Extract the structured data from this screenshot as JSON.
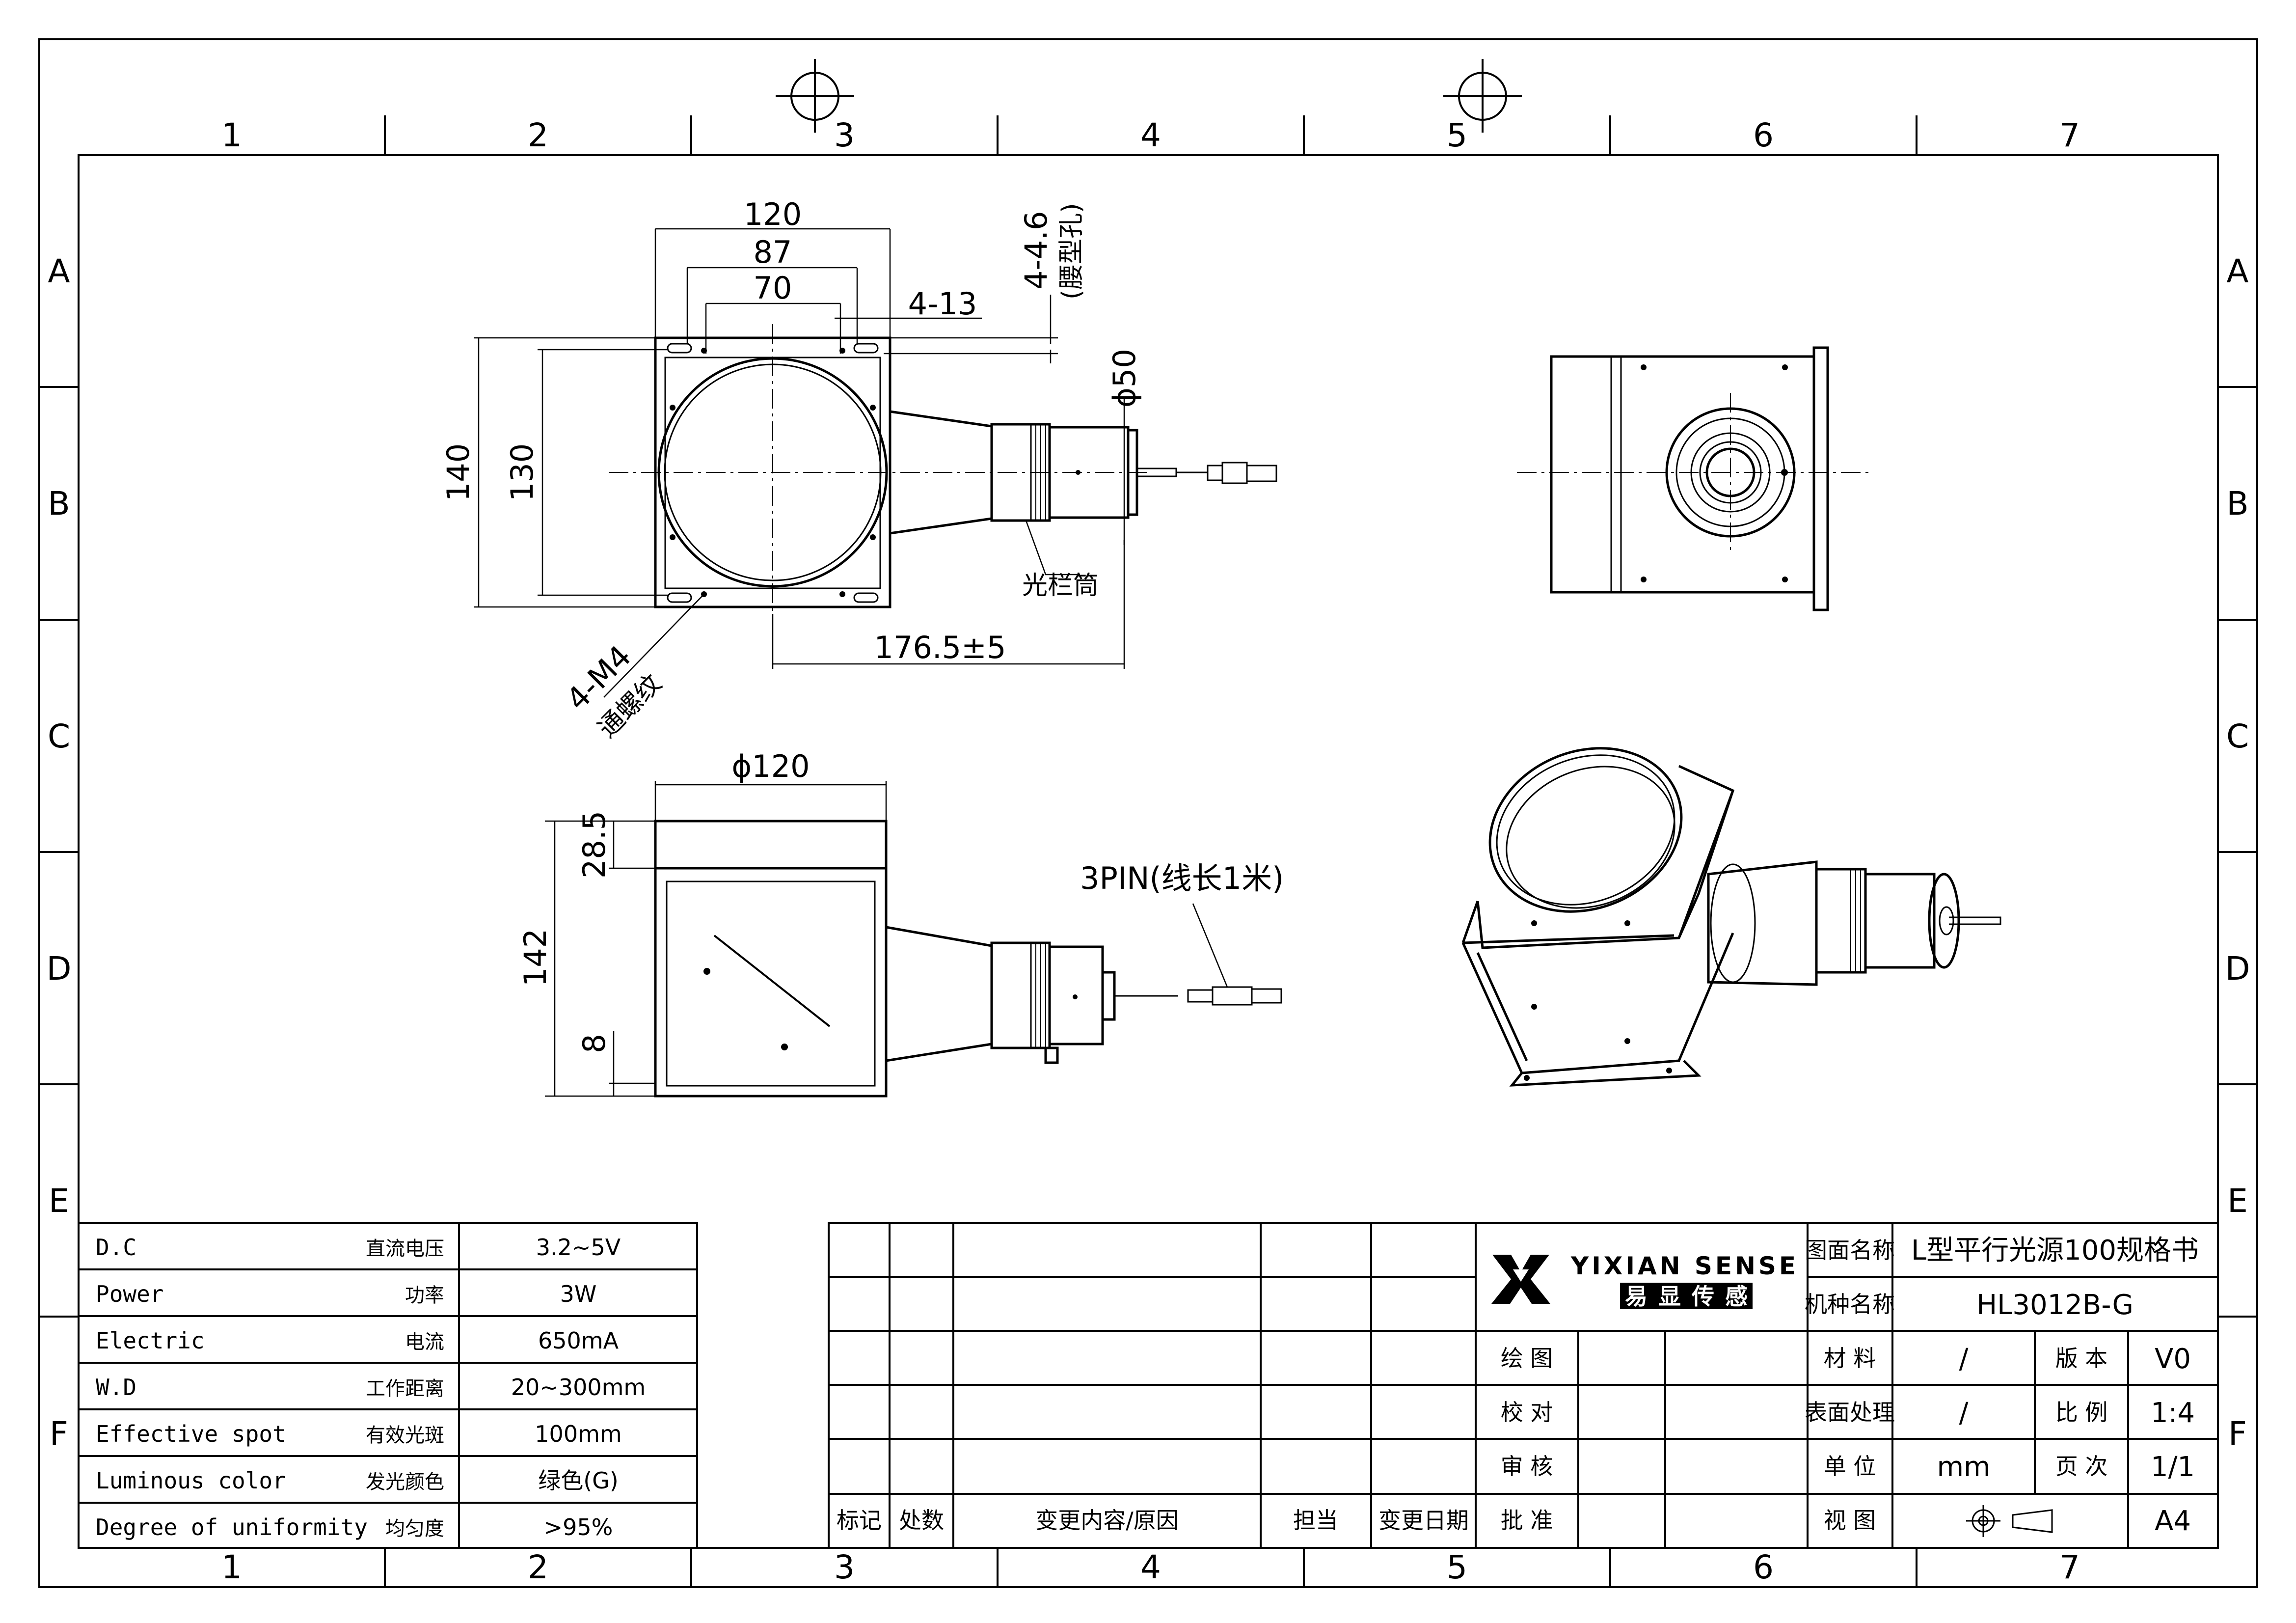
{
  "border_zones": {
    "columns": [
      "1",
      "2",
      "3",
      "4",
      "5",
      "6",
      "7"
    ],
    "rows": [
      "A",
      "B",
      "C",
      "D",
      "E",
      "F"
    ]
  },
  "top_view": {
    "dim_120": "120",
    "dim_87": "87",
    "dim_70": "70",
    "dim_4_13": "4-13",
    "dim_4_46": "4-4.6",
    "dim_4_46_note": "(腰型孔)",
    "dim_d50": "ϕ50",
    "dim_140": "140",
    "dim_130": "130",
    "dim_1765": "176.5±5",
    "label_aperture": "光栏筒",
    "label_4m4": "4-M4",
    "label_4m4_note": "通螺纹"
  },
  "side_view": {
    "dim_d120": "ϕ120",
    "dim_142": "142",
    "dim_285": "28.5",
    "dim_8": "8",
    "label_3pin": "3PIN(线长1米)"
  },
  "spec_table": [
    {
      "en": "D.C",
      "cn": "直流电压",
      "value": "3.2~5V"
    },
    {
      "en": "Power",
      "cn": "功率",
      "value": "3W"
    },
    {
      "en": "Electric",
      "cn": "电流",
      "value": "650mA"
    },
    {
      "en": "W.D",
      "cn": "工作距离",
      "value": "20~300mm"
    },
    {
      "en": "Effective spot",
      "cn": "有效光斑",
      "value": "100mm"
    },
    {
      "en": "Luminous color",
      "cn": "发光颜色",
      "value": "绿色(G)"
    },
    {
      "en": "Degree of uniformity",
      "cn": "均匀度",
      "value": ">95%"
    }
  ],
  "revision_header": {
    "mark": "标记",
    "count": "处数",
    "content": "变更内容/原因",
    "person": "担当",
    "date": "变更日期"
  },
  "title_block": {
    "brand_en": "YIXIAN SENSE",
    "brand_cn": [
      "易",
      "显",
      "传",
      "感"
    ],
    "draw": "绘 图",
    "check": "校 对",
    "review": "审 核",
    "approve": "批 准",
    "drawing_name_label": "图面名称",
    "drawing_name": "L型平行光源100规格书",
    "model_label": "机种名称",
    "model": "HL3012B-G",
    "material_label": "材 料",
    "material": "/",
    "version_label": "版 本",
    "version": "V0",
    "surface_label": "表面处理",
    "surface": "/",
    "scale_label": "比 例",
    "scale": "1:4",
    "unit_label": "单 位",
    "unit": "mm",
    "page_label": "页 次",
    "page": "1/1",
    "view_label": "视 图",
    "paper": "A4"
  }
}
